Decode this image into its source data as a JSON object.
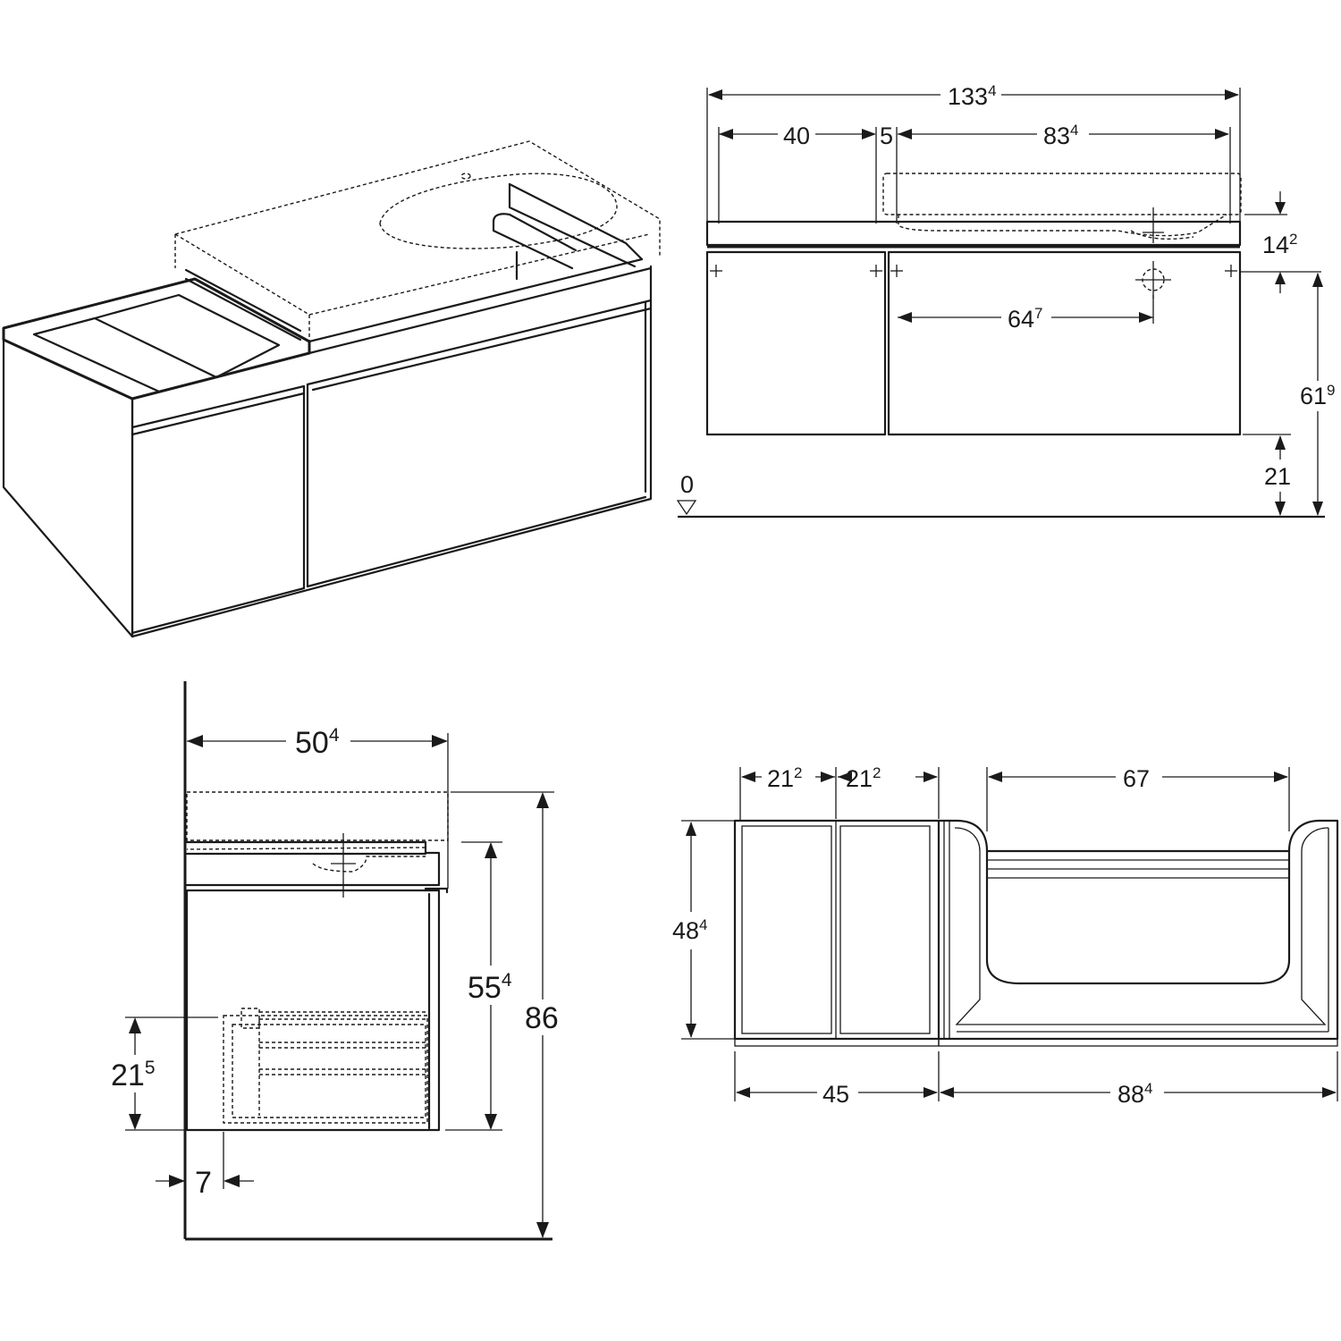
{
  "dimensions": {
    "front_total_width": {
      "value": "133",
      "sup": "4"
    },
    "front_left_width": {
      "value": "40",
      "sup": ""
    },
    "front_gap": {
      "value": "5",
      "sup": ""
    },
    "front_right_width": {
      "value": "83",
      "sup": "4"
    },
    "front_basin_depth": {
      "value": "14",
      "sup": "2"
    },
    "front_drain_offset": {
      "value": "64",
      "sup": "7"
    },
    "front_height_total": {
      "value": "61",
      "sup": "9"
    },
    "front_floor_clearance": {
      "value": "21",
      "sup": ""
    },
    "floor_level": {
      "value": "0",
      "sup": ""
    },
    "side_depth": {
      "value": "50",
      "sup": "4"
    },
    "side_height_total": {
      "value": "86",
      "sup": ""
    },
    "side_cabinet_height": {
      "value": "55",
      "sup": "4"
    },
    "side_inner_drawer_height": {
      "value": "21",
      "sup": "5"
    },
    "side_wall_gap": {
      "value": "7",
      "sup": ""
    },
    "top_compartment_1": {
      "value": "21",
      "sup": "2"
    },
    "top_compartment_2": {
      "value": "21",
      "sup": "2"
    },
    "top_cutout_width": {
      "value": "67",
      "sup": ""
    },
    "top_depth": {
      "value": "48",
      "sup": "4"
    },
    "top_left_width": {
      "value": "45",
      "sup": ""
    },
    "top_right_width": {
      "value": "88",
      "sup": "4"
    }
  }
}
